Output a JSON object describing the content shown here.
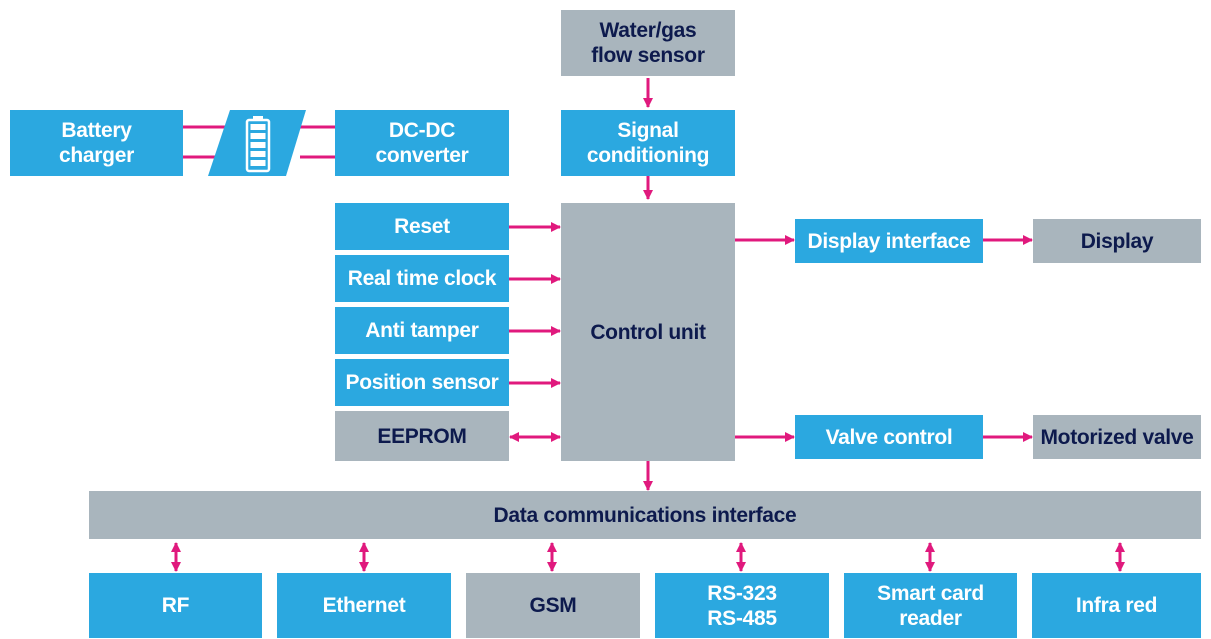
{
  "colors": {
    "blue_box": "#2ba8e0",
    "gray_box": "#a9b5bd",
    "connector": "#e0197d",
    "blue_text": "#ffffff",
    "gray_text": "#0d1a4d"
  },
  "blocks": {
    "flow_sensor": "Water/gas\nflow sensor",
    "signal_conditioning": "Signal\nconditioning",
    "battery_charger": "Battery\ncharger",
    "dc_dc_converter": "DC-DC\nconverter",
    "reset": "Reset",
    "real_time_clock": "Real time clock",
    "anti_tamper": "Anti tamper",
    "position_sensor": "Position sensor",
    "eeprom": "EEPROM",
    "control_unit": "Control unit",
    "display_interface": "Display interface",
    "display": "Display",
    "valve_control": "Valve control",
    "motorized_valve": "Motorized valve",
    "data_comm_interface": "Data communications interface",
    "rf": "RF",
    "ethernet": "Ethernet",
    "gsm": "GSM",
    "rs_serial": "RS-323\nRS-485",
    "smart_card_reader": "Smart card\nreader",
    "infra_red": "Infra red"
  },
  "icons": {
    "battery": "battery-icon"
  }
}
